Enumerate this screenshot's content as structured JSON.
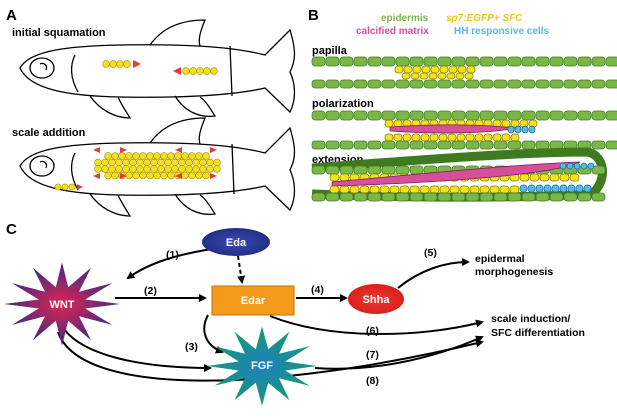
{
  "panel_a": {
    "letter": "A",
    "label_top": "initial squamation",
    "label_bottom": "scale addition"
  },
  "panel_b": {
    "letter": "B",
    "legend": {
      "epidermis": "epidermis",
      "sfc": "sp7:EGFP+ SFC",
      "matrix": "calcified matrix",
      "hh": "HH responsive cells"
    },
    "stages": [
      "papilla",
      "polarization",
      "extension"
    ]
  },
  "panel_c": {
    "letter": "C",
    "nodes": {
      "eda": "Eda",
      "edar": "Edar",
      "wnt": "WNT",
      "shha": "Shha",
      "fgf": "FGF"
    },
    "arrow_labels": [
      "(1)",
      "(2)",
      "(3)",
      "(4)",
      "(5)",
      "(6)",
      "(7)",
      "(8)"
    ],
    "outcomes": {
      "epidermal_line1": "epidermal",
      "epidermal_line2": "morphogenesis",
      "scale_line1": "scale induction/",
      "scale_line2": "SFC differentiation"
    }
  },
  "colors": {
    "epidermis": "#7ab648",
    "sfc": "#f2e21c",
    "matrix": "#d64f9b",
    "hh": "#5bb8e0",
    "eda": "#2b3a9a",
    "edar": "#f59a1b",
    "shha": "#e42320",
    "arrow_red": "#e8393a"
  }
}
